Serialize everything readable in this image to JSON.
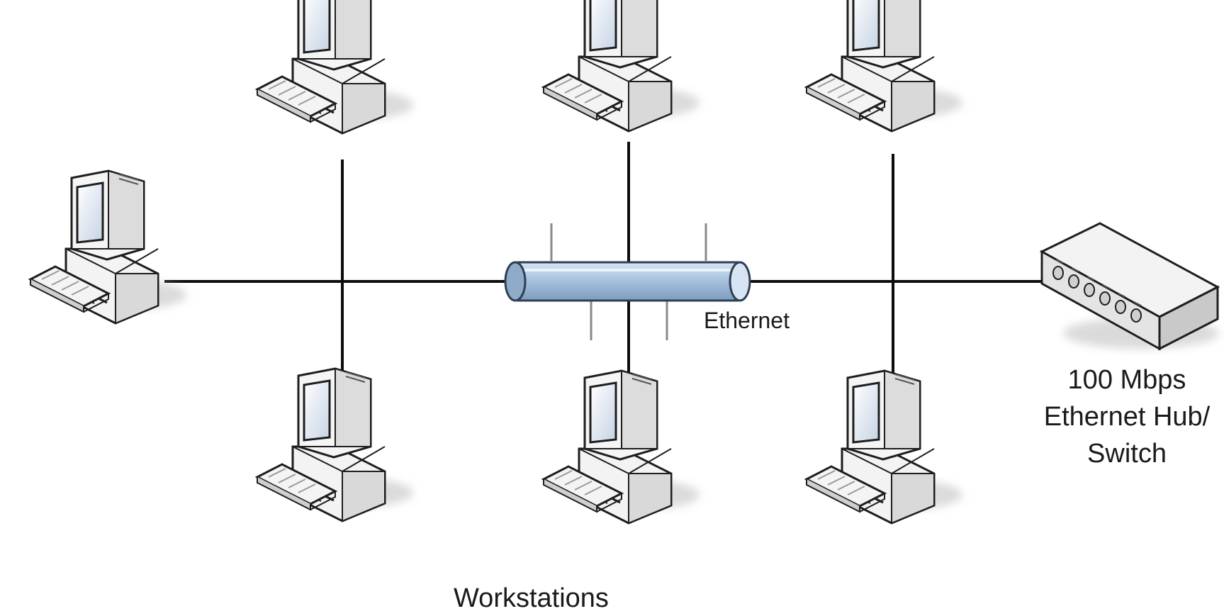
{
  "diagram": {
    "ethernet_label": "Ethernet",
    "hub_label_lines": [
      "100 Mbps",
      "Ethernet Hub/",
      "Switch"
    ],
    "workstations_label": "Workstations"
  },
  "colors": {
    "cable": "#0d0d0d",
    "ethernet_fill": "#aec7e2",
    "ethernet_edge": "#2f3f54",
    "device_fill": "#f2f2f2",
    "device_shade": "#cfcfcf",
    "screen": "#d8e2ef",
    "outline": "#1e1e1e"
  },
  "icons": {
    "workstation": "computer-workstation-icon",
    "hub": "network-hub-icon"
  }
}
